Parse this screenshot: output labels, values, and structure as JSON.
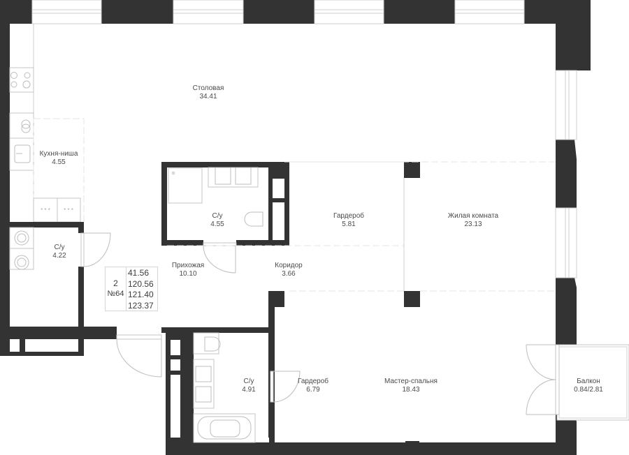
{
  "plan": {
    "rooms": [
      {
        "name": "Столовая",
        "area": "34.41"
      },
      {
        "name": "Кухня-ниша",
        "area": "4.55"
      },
      {
        "name": "С/у",
        "area": "4.55"
      },
      {
        "name": "Гардероб",
        "area": "5.81"
      },
      {
        "name": "Жилая комната",
        "area": "23.13"
      },
      {
        "name": "С/у",
        "area": "4.22"
      },
      {
        "name": "Прихожая",
        "area": "10.10"
      },
      {
        "name": "Коридор",
        "area": "3.66"
      },
      {
        "name": "С/у",
        "area": "4.91"
      },
      {
        "name": "Гардероб",
        "area": "6.79"
      },
      {
        "name": "Мастер-спальня",
        "area": "18.43"
      },
      {
        "name": "Балкон",
        "area": "0.84/2.81"
      }
    ],
    "info": {
      "rooms_count": "2",
      "apartment_number": "№64",
      "areas": [
        "41.56",
        "120.56",
        "121.40",
        "123.37"
      ]
    },
    "colors": {
      "wall": "#333333",
      "text": "#4a4a4a"
    }
  }
}
